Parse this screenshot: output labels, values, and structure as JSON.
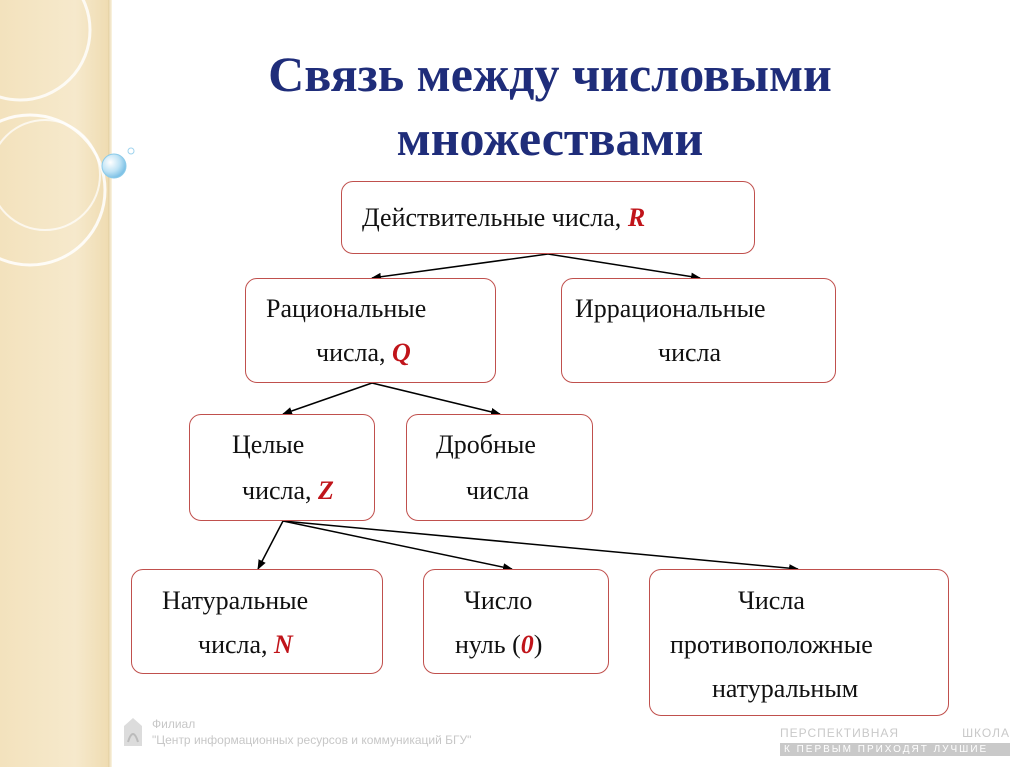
{
  "title": {
    "line1": "Связь между числовыми",
    "line2": "множествами"
  },
  "nodes": {
    "real": {
      "text": "Действительные числа, ",
      "symbol": "R"
    },
    "rational": {
      "line1": "Рациональные",
      "line2": "числа, ",
      "symbol": "Q"
    },
    "irrational": {
      "line1": "Иррациональные",
      "line2": "числа"
    },
    "integer": {
      "line1": "Целые",
      "line2": "числа, ",
      "symbol": "Z"
    },
    "fractional": {
      "line1": "Дробные",
      "line2": "числа"
    },
    "natural": {
      "line1": "Натуральные",
      "line2": "числа, ",
      "symbol": "N"
    },
    "zero": {
      "line1": "Число",
      "line2_pre": "нуль (",
      "symbol": "0",
      "line2_post": ")"
    },
    "opposite": {
      "line1": "Числа",
      "line2": "противоположные",
      "line3": "натуральным"
    }
  },
  "footer": {
    "branch_label": "Филиал",
    "branch_name": "\"Центр информационных ресурсов и коммуникаций БГУ\"",
    "brand_word1": "ПЕРСПЕКТИВНАЯ",
    "brand_word2": "ШКОЛА",
    "brand_slogan": "К ПЕРВЫМ ПРИХОДЯТ ЛУЧШИЕ"
  },
  "colors": {
    "title": "#1f2d7a",
    "box_border": "#c0504d",
    "symbol": "#c0141a",
    "background_band": "#f3e2bd"
  }
}
